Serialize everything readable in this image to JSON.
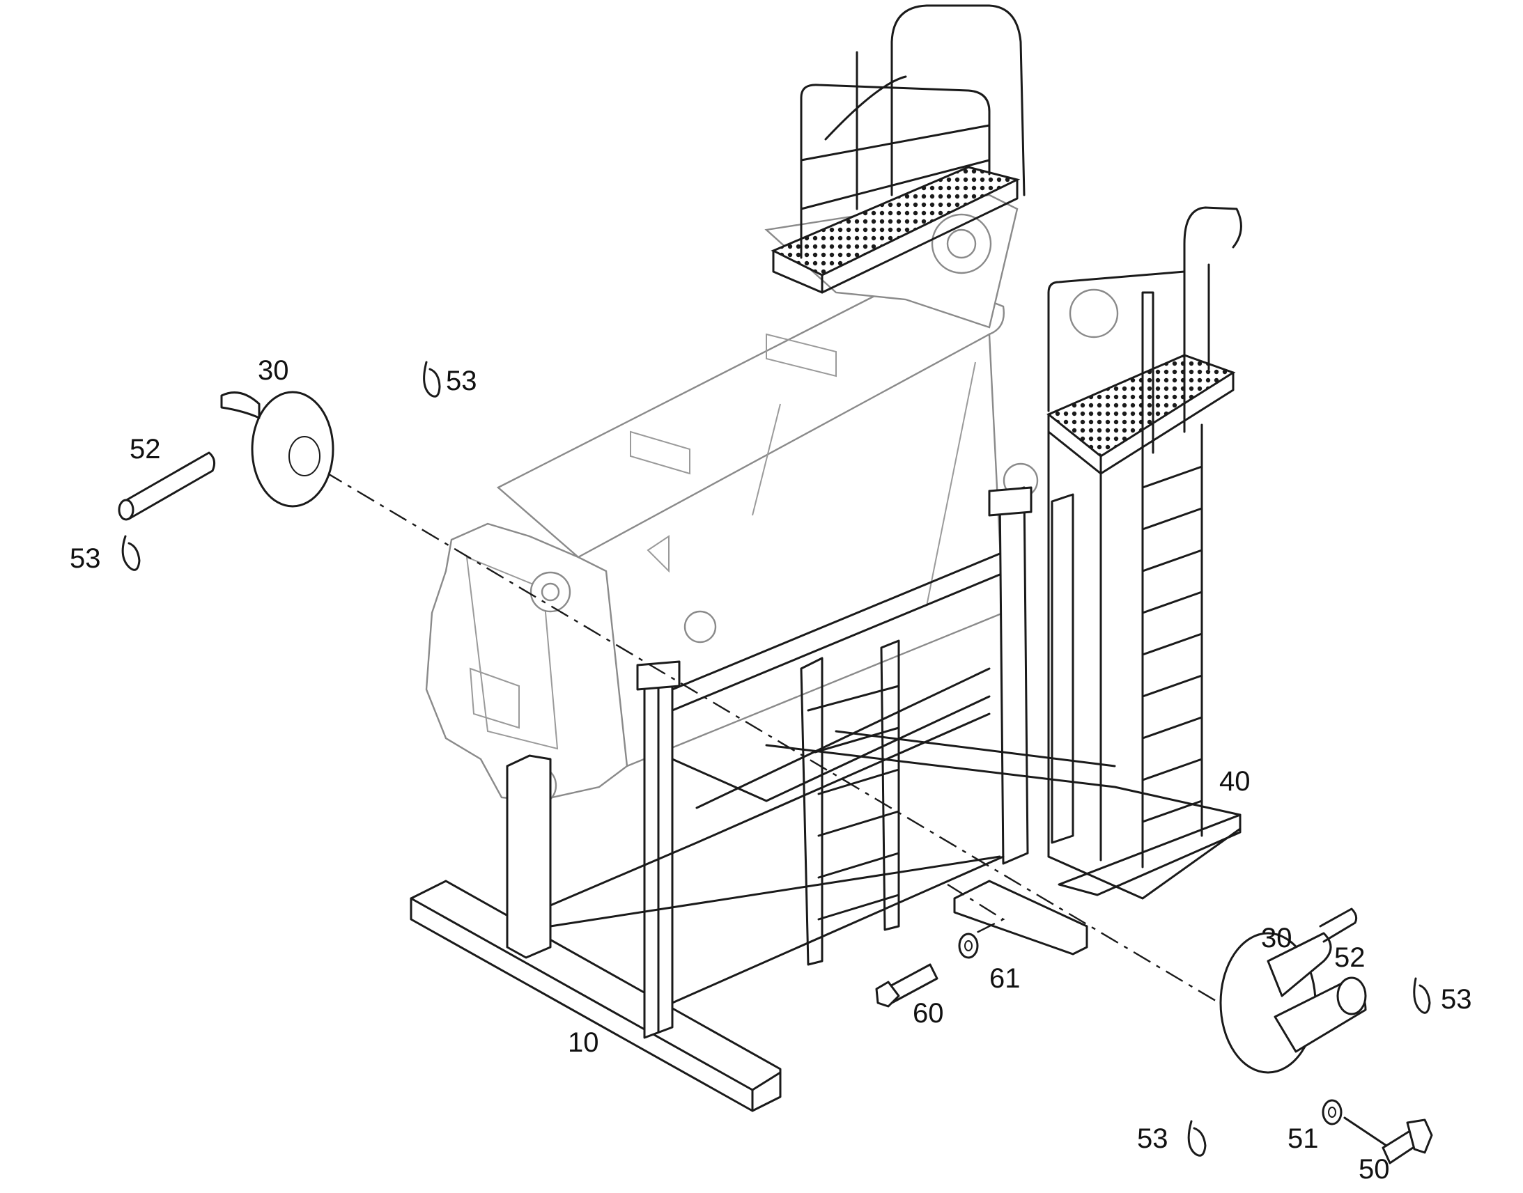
{
  "figure": {
    "title": "",
    "callouts": [
      {
        "id": "c-30-left",
        "text": "30"
      },
      {
        "id": "c-53-top",
        "text": "53"
      },
      {
        "id": "c-52-left",
        "text": "52"
      },
      {
        "id": "c-53-left",
        "text": "53"
      },
      {
        "id": "c-40",
        "text": "40"
      },
      {
        "id": "c-30-right",
        "text": "30"
      },
      {
        "id": "c-52-right",
        "text": "52"
      },
      {
        "id": "c-53-right",
        "text": "53"
      },
      {
        "id": "c-61",
        "text": "61"
      },
      {
        "id": "c-60",
        "text": "60"
      },
      {
        "id": "c-10",
        "text": "10"
      },
      {
        "id": "c-53-bottom",
        "text": "53"
      },
      {
        "id": "c-51",
        "text": "51"
      },
      {
        "id": "c-50",
        "text": "50"
      }
    ]
  }
}
